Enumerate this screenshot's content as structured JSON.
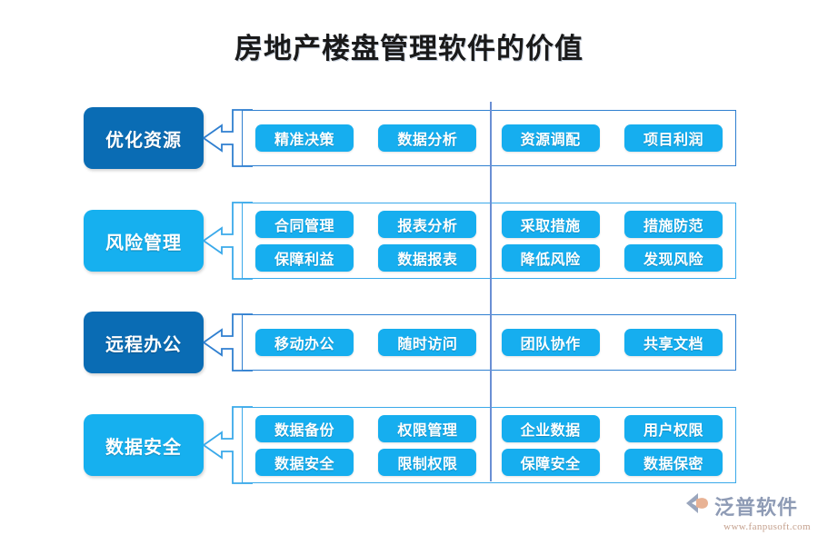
{
  "page": {
    "title": "房地产楼盘管理软件的价值",
    "background": "#ffffff"
  },
  "colors": {
    "category_dark": "#0a6cb4",
    "category_light": "#16b0ef",
    "item_chip": "#16aeef",
    "box_border_dark": "#2f7fd0",
    "box_border_light": "#3aa9ea",
    "split_line": "#6a8fd4",
    "title_text": "#1a1a1a",
    "chip_text": "#ffffff"
  },
  "diagram": {
    "type": "grouped-category-diagram",
    "split_divider": true,
    "rows": [
      {
        "category": "优化资源",
        "category_style": "dark",
        "border_style": "dark",
        "lines": [
          [
            "精准决策",
            "数据分析",
            "资源调配",
            "项目利润"
          ]
        ]
      },
      {
        "category": "风险管理",
        "category_style": "light",
        "border_style": "light",
        "lines": [
          [
            "合同管理",
            "报表分析",
            "采取措施",
            "措施防范"
          ],
          [
            "保障利益",
            "数据报表",
            "降低风险",
            "发现风险"
          ]
        ]
      },
      {
        "category": "远程办公",
        "category_style": "dark",
        "border_style": "dark",
        "lines": [
          [
            "移动办公",
            "随时访问",
            "团队协作",
            "共享文档"
          ]
        ]
      },
      {
        "category": "数据安全",
        "category_style": "light",
        "border_style": "light",
        "lines": [
          [
            "数据备份",
            "权限管理",
            "企业数据",
            "用户权限"
          ],
          [
            "数据安全",
            "限制权限",
            "保障安全",
            "数据保密"
          ]
        ]
      }
    ]
  },
  "logo": {
    "name": "泛普软件",
    "url": "www.fanpusoft.com",
    "mark": "fanpu-logo-icon"
  }
}
